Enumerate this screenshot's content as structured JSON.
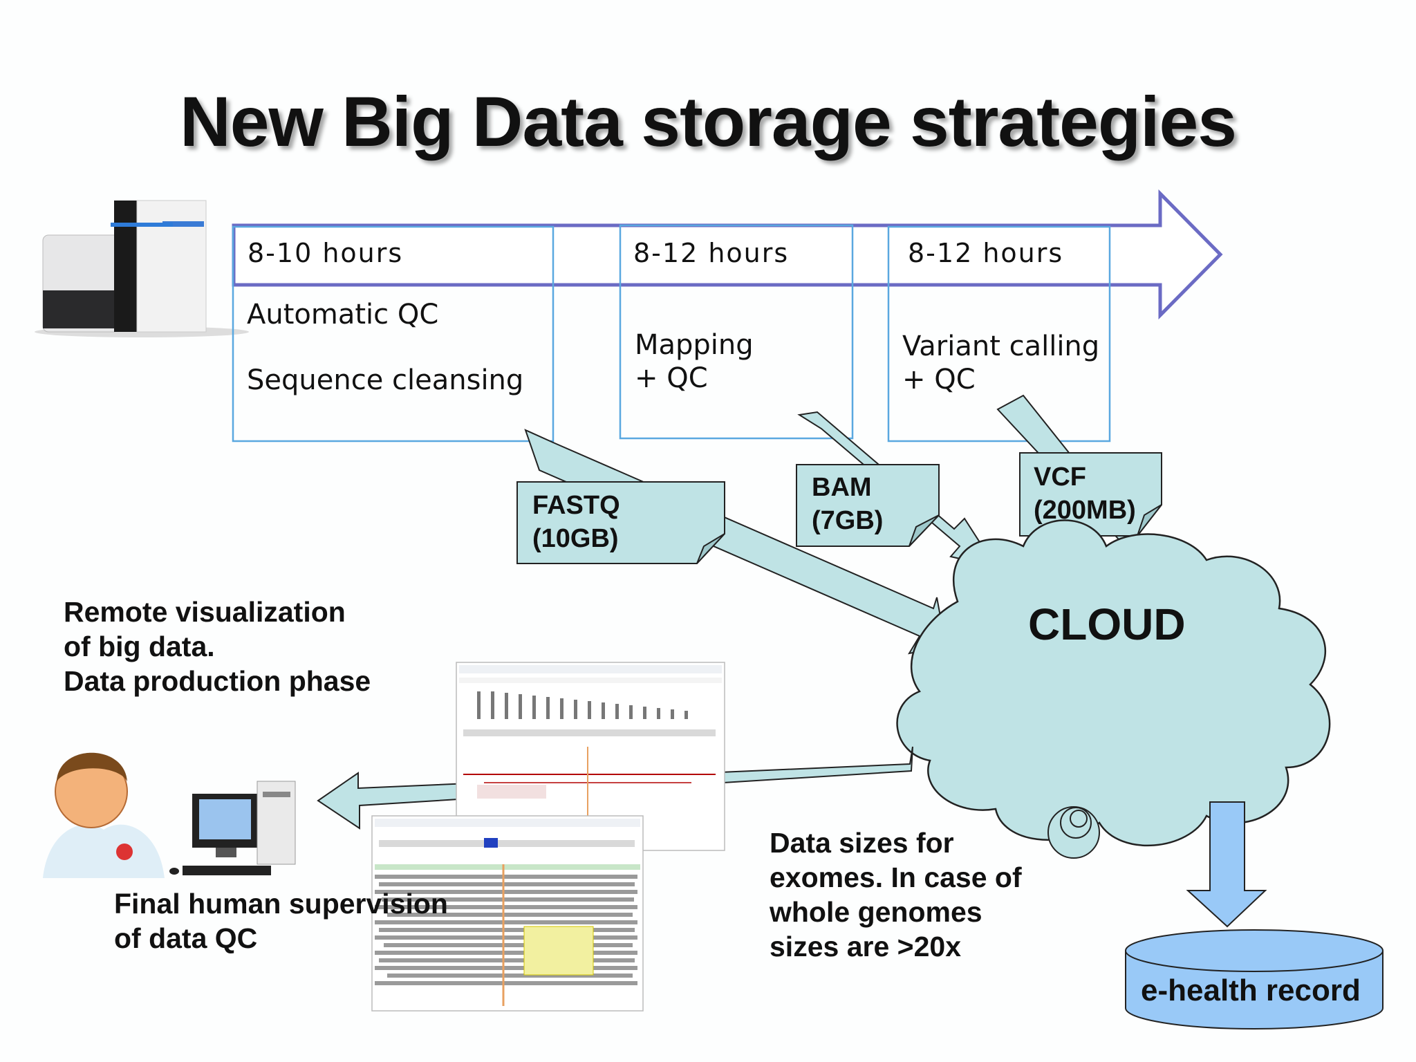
{
  "title": "New Big Data storage strategies",
  "timeline": [
    {
      "hours": "8-10 hours",
      "step_line1": "Automatic QC",
      "step_line2": "Sequence cleansing"
    },
    {
      "hours": "8-12 hours",
      "step_line1": "Mapping",
      "step_line2": "+ QC"
    },
    {
      "hours": "8-12 hours",
      "step_line1": "Variant calling",
      "step_line2": "+ QC"
    }
  ],
  "files": [
    {
      "name": "FASTQ",
      "size": "(10GB)"
    },
    {
      "name": "BAM",
      "size": "(7GB)"
    },
    {
      "name": "VCF",
      "size": "(200MB)"
    }
  ],
  "cloud": {
    "label": "CLOUD"
  },
  "remote": {
    "line1": "Remote visualization",
    "line2": "of big data.",
    "line3": "Data production phase"
  },
  "supervision": {
    "line1": "Final human supervision",
    "line2": "of data QC"
  },
  "note": {
    "line1": "Data sizes for",
    "line2": "exomes. In case of",
    "line3": "whole genomes",
    "line4": "sizes are >20x"
  },
  "ehr": {
    "label": "e-health record"
  },
  "colors": {
    "arrow_stroke": "#6b6bc4",
    "teal_fill": "#bfe3e5",
    "box_stroke": "#5aa8e0",
    "ehr_fill": "#99c9f7",
    "cloud_fill": "#bfe3e5"
  }
}
